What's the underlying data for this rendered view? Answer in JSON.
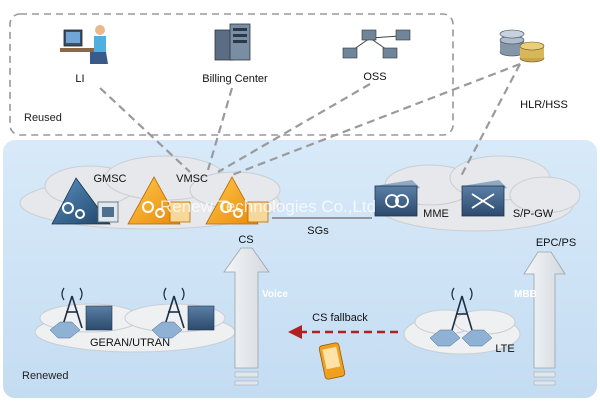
{
  "zones": {
    "reused": "Reused",
    "renewed": "Renewed"
  },
  "nodes": {
    "li": "LI",
    "billing": "Billing Center",
    "oss": "OSS",
    "hlr": "HLR/HSS",
    "gmsc": "GMSC",
    "vmsc": "VMSC",
    "mme": "MME",
    "spgw": "S/P-GW",
    "geran": "GERAN/UTRAN",
    "lte": "LTE"
  },
  "links": {
    "cs": "CS",
    "sgs": "SGs",
    "epcps": "EPC/PS",
    "voice": "Voice",
    "mbb": "MBB",
    "csfallback": "CS fallback"
  },
  "watermark": "Renew Technologies Co.,Ltd",
  "colors": {
    "renewed_bg": "#d3e6f7",
    "cloud": "#e4e7ea",
    "vmsc_orange": "#f5a623",
    "gmsc_blue": "#2e5f8a",
    "fallback_red": "#b02020"
  }
}
